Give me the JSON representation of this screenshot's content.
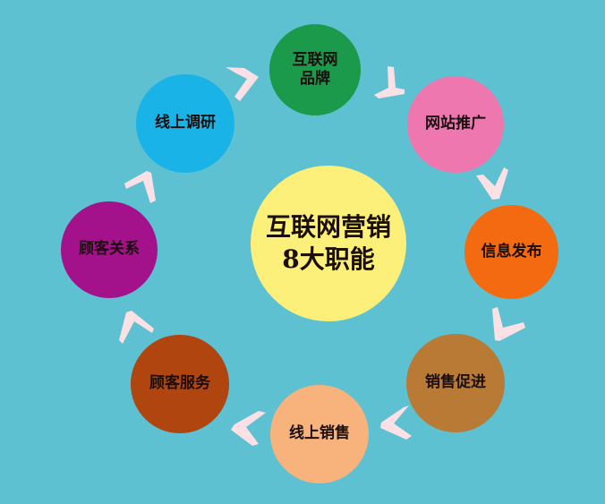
{
  "diagram": {
    "background_color": "#5ec1d1",
    "arrow_color": "#fbe0e6",
    "center": {
      "label": "互联网营销\n8大职能",
      "color": "#fdf07a"
    },
    "nodes": [
      {
        "label": "互联网\n品牌",
        "color": "#1a9a4a"
      },
      {
        "label": "网站推广",
        "color": "#ef77b0"
      },
      {
        "label": "信息发布",
        "color": "#f46a10"
      },
      {
        "label": "销售促进",
        "color": "#b97a36"
      },
      {
        "label": "线上销售",
        "color": "#f8b27c"
      },
      {
        "label": "顾客服务",
        "color": "#b0450f"
      },
      {
        "label": "顾客关系",
        "color": "#a3128a"
      },
      {
        "label": "线上调研",
        "color": "#1ab3e8"
      }
    ],
    "flow_direction": "clockwise"
  }
}
